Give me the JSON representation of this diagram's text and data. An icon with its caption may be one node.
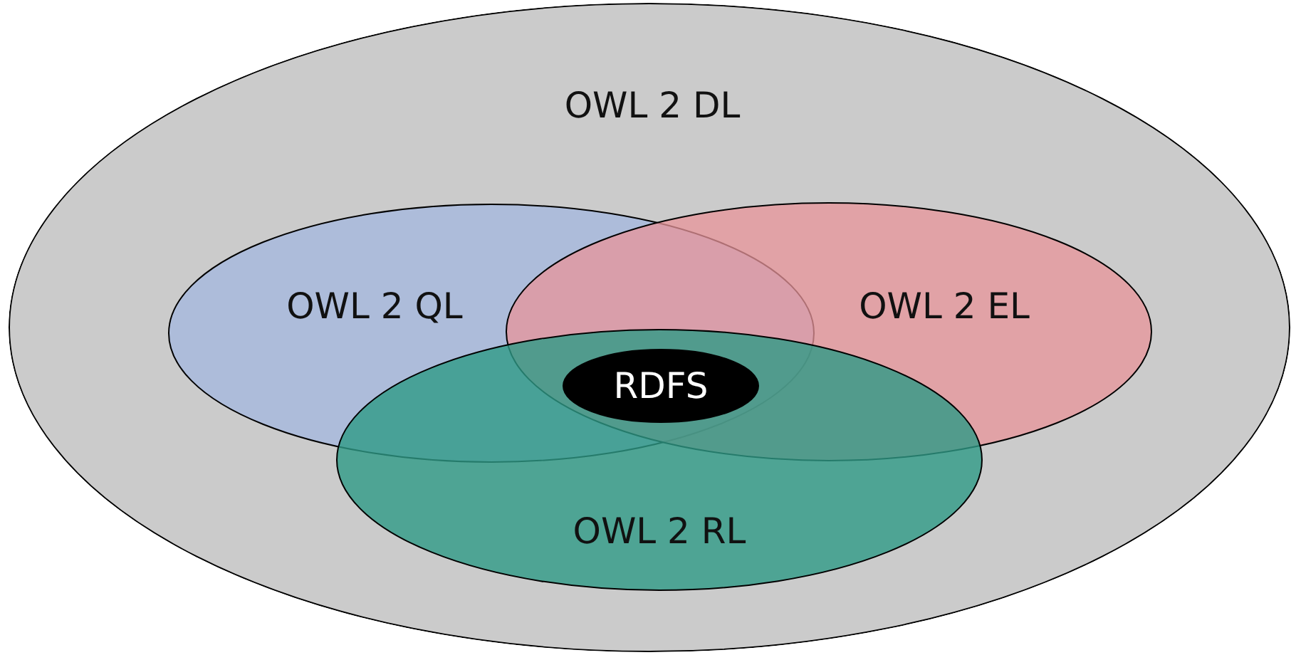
{
  "diagram": {
    "nodes": [
      {
        "text": [
          "OWL 2 DL"
        ]
      },
      {
        "text": [
          "OWL 2 QL"
        ],
        "in": 0
      },
      {
        "text": [
          "OWL 2 EL"
        ],
        "in": 0
      },
      {
        "text": [
          "OWL 2 RL"
        ],
        "in": 0
      },
      {
        "text": [
          "RDFS"
        ]
      }
    ]
  }
}
